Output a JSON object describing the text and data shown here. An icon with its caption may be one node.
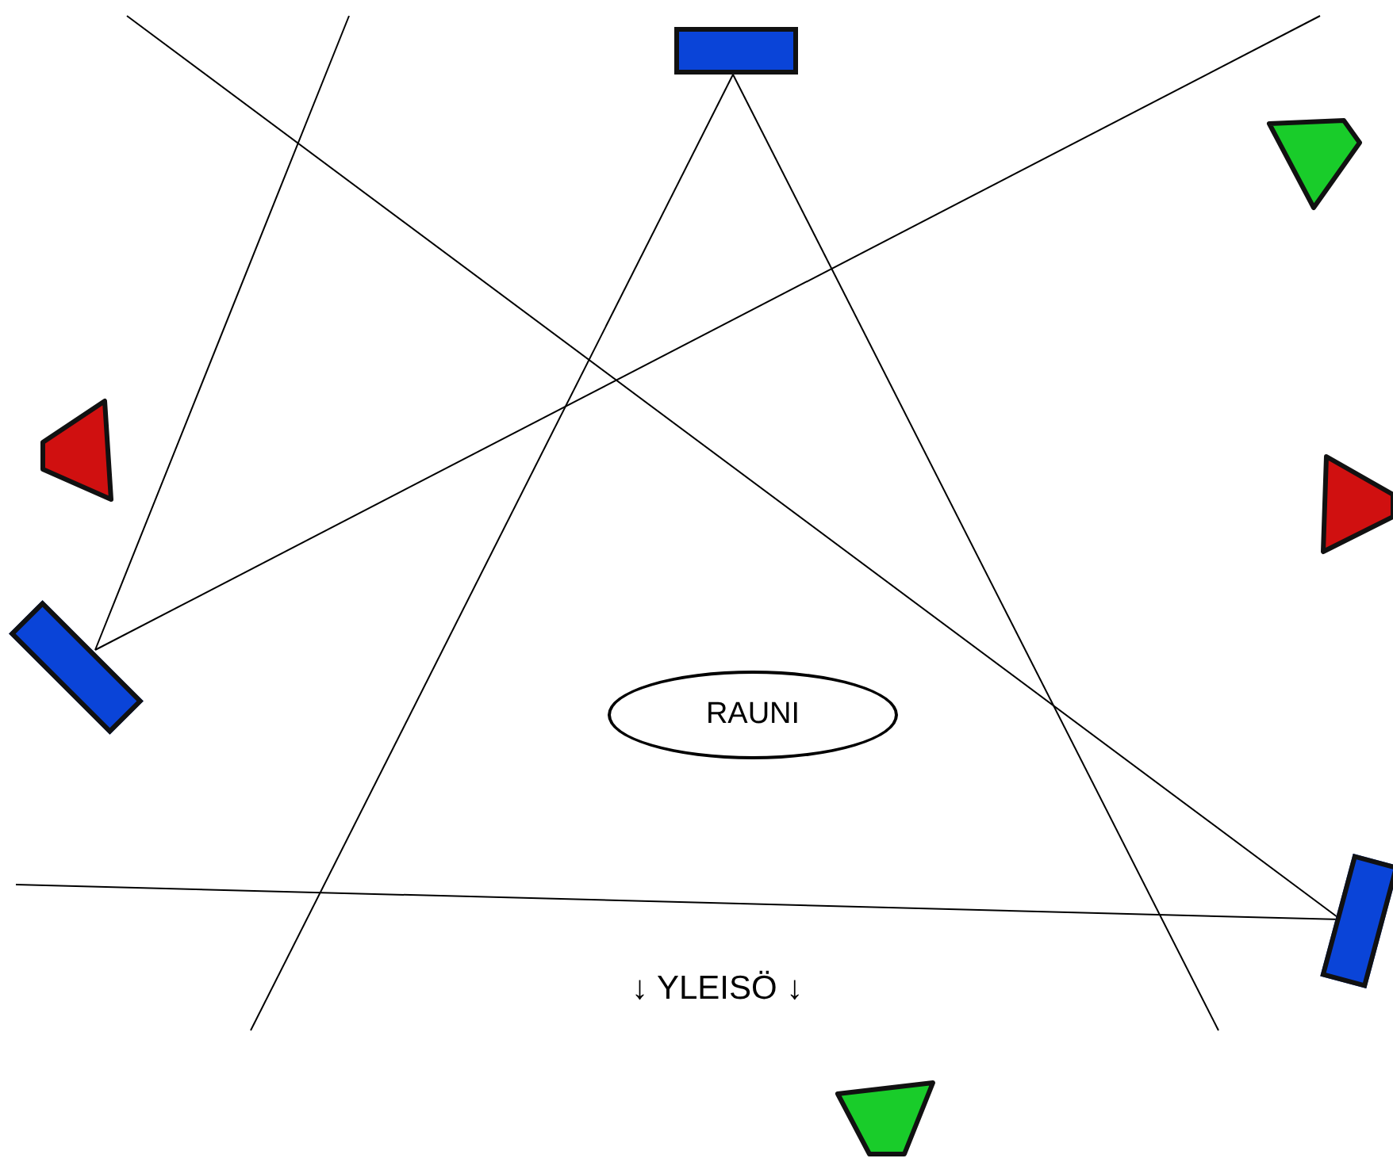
{
  "diagram": {
    "nodes": [
      {
        "text": [],
        "shape": "box"
      },
      {
        "text": [],
        "shape": "triangle"
      },
      {
        "text": [],
        "shape": "triangle"
      },
      {
        "text": [],
        "shape": "triangle"
      },
      {
        "text": [],
        "shape": "box"
      },
      {
        "text": [
          "RAUNI"
        ]
      },
      {
        "text": [],
        "shape": "box"
      },
      {
        "text": [],
        "shape": "triangle"
      }
    ],
    "edges": [
      {
        "from": 0,
        "to": null,
        "arrow": "none"
      },
      {
        "from": 0,
        "to": null,
        "arrow": "none"
      },
      {
        "from": 4,
        "to": null,
        "arrow": "none"
      },
      {
        "from": 4,
        "to": null,
        "arrow": "none"
      },
      {
        "from": 6,
        "to": null,
        "arrow": "none"
      },
      {
        "from": 6,
        "to": null,
        "arrow": "none"
      }
    ],
    "labels": [
      "↓ YLEISÖ ↓"
    ]
  }
}
